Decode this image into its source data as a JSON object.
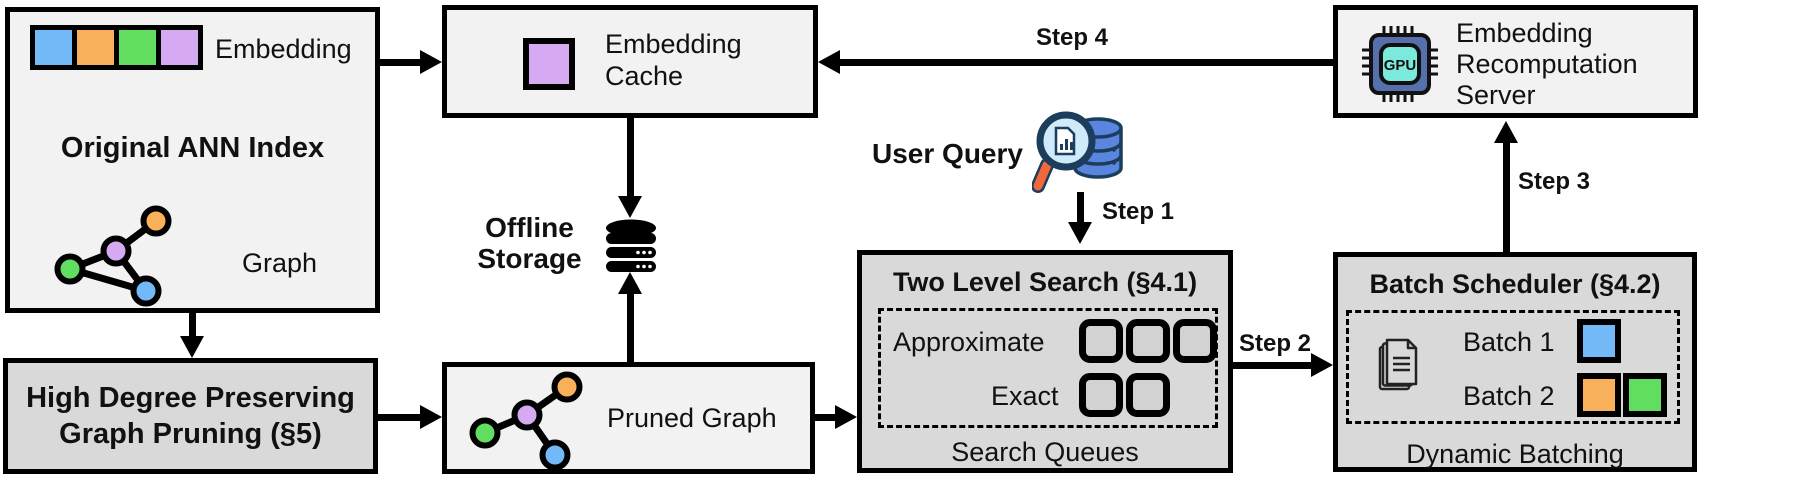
{
  "nodes": {
    "original_ann_index": {
      "title": "Original ANN Index",
      "embedding_label": "Embedding",
      "graph_label": "Graph"
    },
    "embedding_cache": {
      "label": "Embedding Cache"
    },
    "offline_storage": {
      "label": "Offline Storage"
    },
    "user_query": {
      "label": "User Query"
    },
    "two_level_search": {
      "title": "Two Level Search (§4.1)",
      "approximate_label": "Approximate",
      "exact_label": "Exact",
      "footer": "Search Queues"
    },
    "batch_scheduler": {
      "title": "Batch Scheduler (§4.2)",
      "batch1_label": "Batch 1",
      "batch2_label": "Batch 2",
      "footer": "Dynamic Batching"
    },
    "recomputation_server": {
      "label": "Embedding Recomputation Server",
      "chip_label": "GPU"
    },
    "high_degree_pruning": {
      "label": "High Degree Preserving Graph Pruning (§5)"
    },
    "pruned_graph": {
      "label": "Pruned Graph"
    }
  },
  "steps": {
    "step1": "Step 1",
    "step2": "Step 2",
    "step3": "Step 3",
    "step4": "Step 4"
  },
  "colors": {
    "blue": "#74b9f7",
    "orange": "#f8b05a",
    "green": "#61dd5f",
    "purple": "#d5aaf2",
    "queue_fill": "#d2d2d2",
    "db_blue": "#5b86e0",
    "lens_blue": "#cfeaf9",
    "handle_orange": "#f0683c",
    "chip_body": "#5670ae",
    "chip_core": "#7ce9dd",
    "outline": "#000000"
  }
}
